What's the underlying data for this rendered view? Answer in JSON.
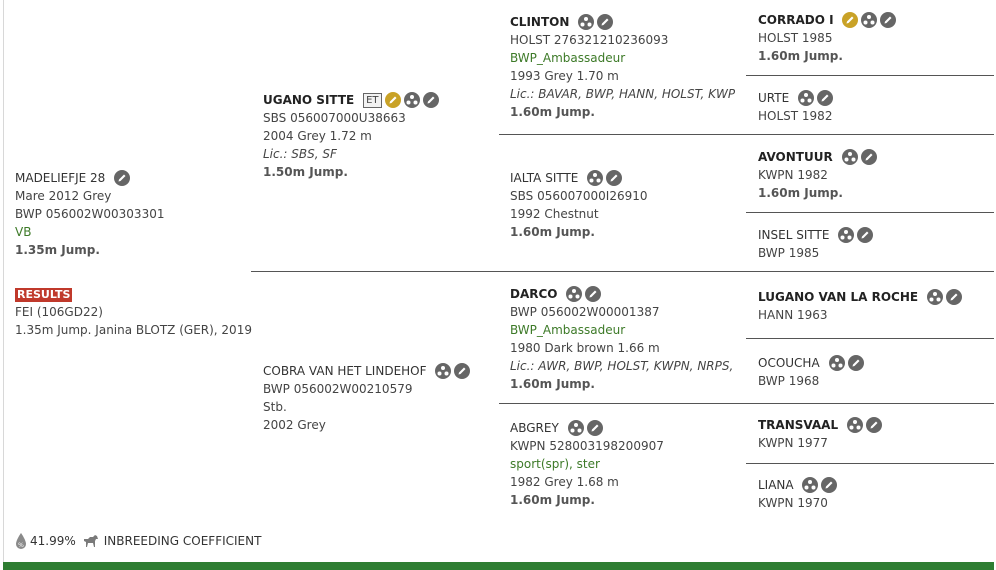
{
  "subject": {
    "name": "MADELIEFJE 28",
    "line1": "Mare 2012 Grey",
    "line2": "BWP 056002W00303301",
    "line3": "VB",
    "line4": "1.35m Jump.",
    "results_badge": "RESULTS",
    "results_line1": "FEI (106GD22)",
    "results_line2": "1.35m Jump. Janina BLOTZ (GER), 2019"
  },
  "sire": {
    "name": "UGANO SITTE",
    "badge": "ET",
    "line1": "SBS 056007000U38663",
    "line2": "2004 Grey 1.72 m",
    "line3": "Lic.: SBS, SF",
    "line4": "1.50m Jump."
  },
  "dam": {
    "name": "COBRA VAN HET LINDEHOF",
    "line1": "BWP 056002W00210579",
    "line2": "Stb.",
    "line3": "2002 Grey"
  },
  "ss": {
    "name": "CLINTON",
    "line1": "HOLST 276321210236093",
    "line2": "BWP_Ambassadeur",
    "line3": "1993 Grey 1.70 m",
    "line4": "Lic.: BAVAR, BWP, HANN, HOLST, KWPN, ...",
    "line5": "1.60m Jump."
  },
  "sd": {
    "name": "IALTA SITTE",
    "line1": "SBS 056007000I26910",
    "line2": "1992 Chestnut",
    "line3": "1.60m Jump."
  },
  "ds": {
    "name": "DARCO",
    "line1": "BWP 056002W00001387",
    "line2": "BWP_Ambassadeur",
    "line3": "1980 Dark brown 1.66 m",
    "line4": "Lic.: AWR, BWP, HOLST, KWPN, NRPS, OL...",
    "line5": "1.60m Jump."
  },
  "dd": {
    "name": "ABGREY",
    "line1": "KWPN 528003198200907",
    "line2": "sport(spr), ster",
    "line3": "1982 Grey 1.68 m",
    "line4": "1.60m Jump."
  },
  "gen4": [
    {
      "name": "CORRADO I",
      "line1": "HOLST 1985",
      "line2": "1.60m Jump."
    },
    {
      "name": "URTE",
      "line1": "HOLST 1982",
      "line2": ""
    },
    {
      "name": "AVONTUUR",
      "line1": "KWPN 1982",
      "line2": "1.60m Jump."
    },
    {
      "name": "INSEL SITTE",
      "line1": "BWP 1985",
      "line2": ""
    },
    {
      "name": "LUGANO VAN LA ROCHE",
      "line1": "HANN 1963",
      "line2": ""
    },
    {
      "name": "OCOUCHA",
      "line1": "BWP 1968",
      "line2": ""
    },
    {
      "name": "TRANSVAAL",
      "line1": "KWPN 1977",
      "line2": ""
    },
    {
      "name": "LIANA",
      "line1": "KWPN 1970",
      "line2": ""
    }
  ],
  "inbreeding": {
    "percent": "41.99%",
    "label": "INBREEDING COEFFICIENT"
  },
  "icons": {
    "pedigree": "pedigree-icon",
    "edit": "pencil-icon",
    "gold": "gold-pencil-icon",
    "droplet": "droplet-percent-icon",
    "horse": "horse-icon"
  },
  "colors": {
    "green_text": "#3d7a28",
    "results_red": "#c0392b",
    "bottom_bar": "#2e7d32",
    "icon_gray": "#666666",
    "icon_gold": "#c9a227"
  }
}
